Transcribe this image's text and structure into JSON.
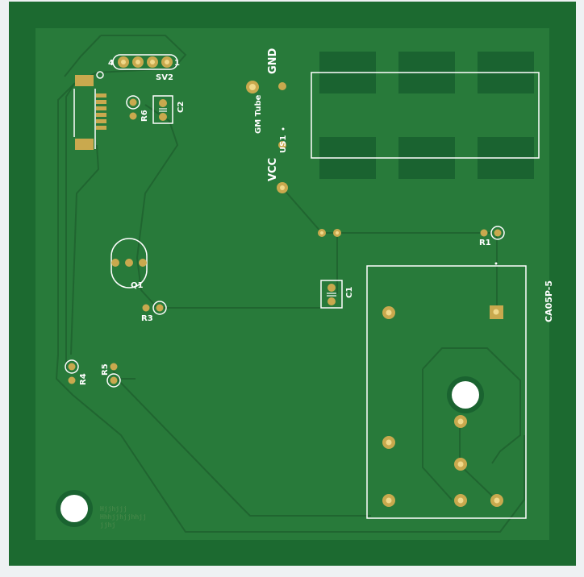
{
  "board": {
    "colors": {
      "background": "#eef1f3",
      "substrate": "#1c6a30",
      "copper_pour": "#287a3a",
      "trace": "#256f35",
      "pad_fill": "#c9a94e",
      "pad_hole": "#e6c86a",
      "silkscreen": "#ffffff",
      "keepout": "#1a6330"
    },
    "labels": {
      "sv2": "SV2",
      "sv2_pin_left": "4",
      "sv2_pin_right": "1",
      "r6": "R6",
      "c2": "C2",
      "gnd": "GND",
      "gm_tube": "GM Tube",
      "us1": "US1",
      "vcc": "VCC",
      "r1": "R1",
      "q1": "Q1",
      "r3": "R3",
      "c1": "C1",
      "ca05p5": "CA05P-5",
      "r4": "R4",
      "r5": "R5"
    },
    "faint_text": {
      "block_line1": "Hjjhjjj",
      "block_line2": "Hhhjjhjjhhjj",
      "block_line3": "jjhj"
    }
  }
}
